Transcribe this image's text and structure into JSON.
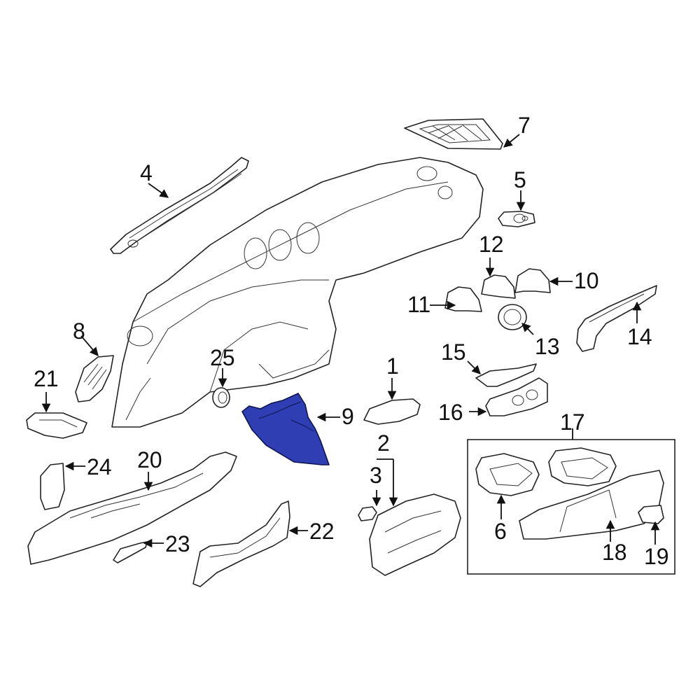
{
  "highlight_color": "#2f3fb3",
  "callouts": [
    "1",
    "2",
    "3",
    "4",
    "5",
    "6",
    "7",
    "8",
    "9",
    "10",
    "11",
    "12",
    "13",
    "14",
    "15",
    "16",
    "17",
    "18",
    "19",
    "20",
    "21",
    "22",
    "23",
    "24",
    "25"
  ],
  "highlighted_part": "9"
}
